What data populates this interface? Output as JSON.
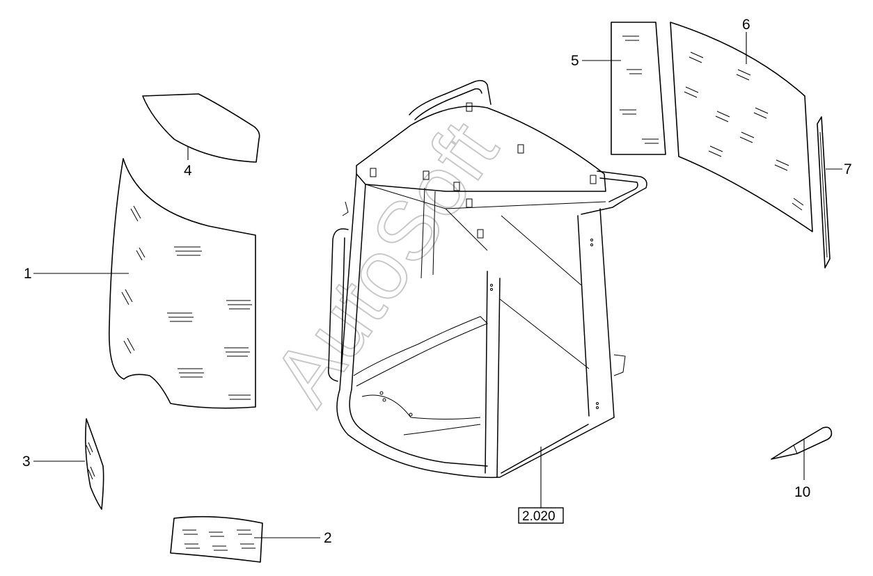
{
  "callouts": {
    "c1": "1",
    "c2": "2",
    "c3": "3",
    "c4": "4",
    "c5": "5",
    "c6": "6",
    "c7": "7",
    "c10": "10"
  },
  "reference_label": "2.020",
  "watermark": "AutoSoft"
}
